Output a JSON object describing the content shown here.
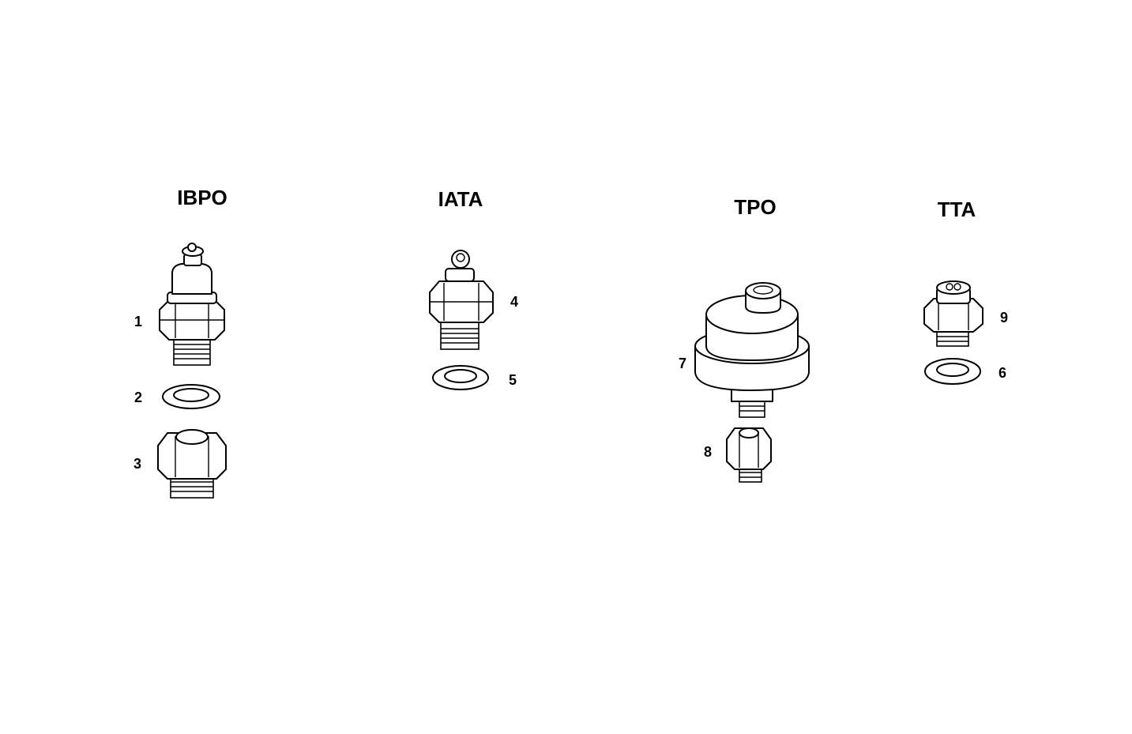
{
  "groups": [
    {
      "label": "IBPO"
    },
    {
      "label": "IATA"
    },
    {
      "label": "TPO"
    },
    {
      "label": "TTA"
    }
  ],
  "callouts": [
    "1",
    "2",
    "3",
    "4",
    "5",
    "6",
    "7",
    "8",
    "9"
  ]
}
